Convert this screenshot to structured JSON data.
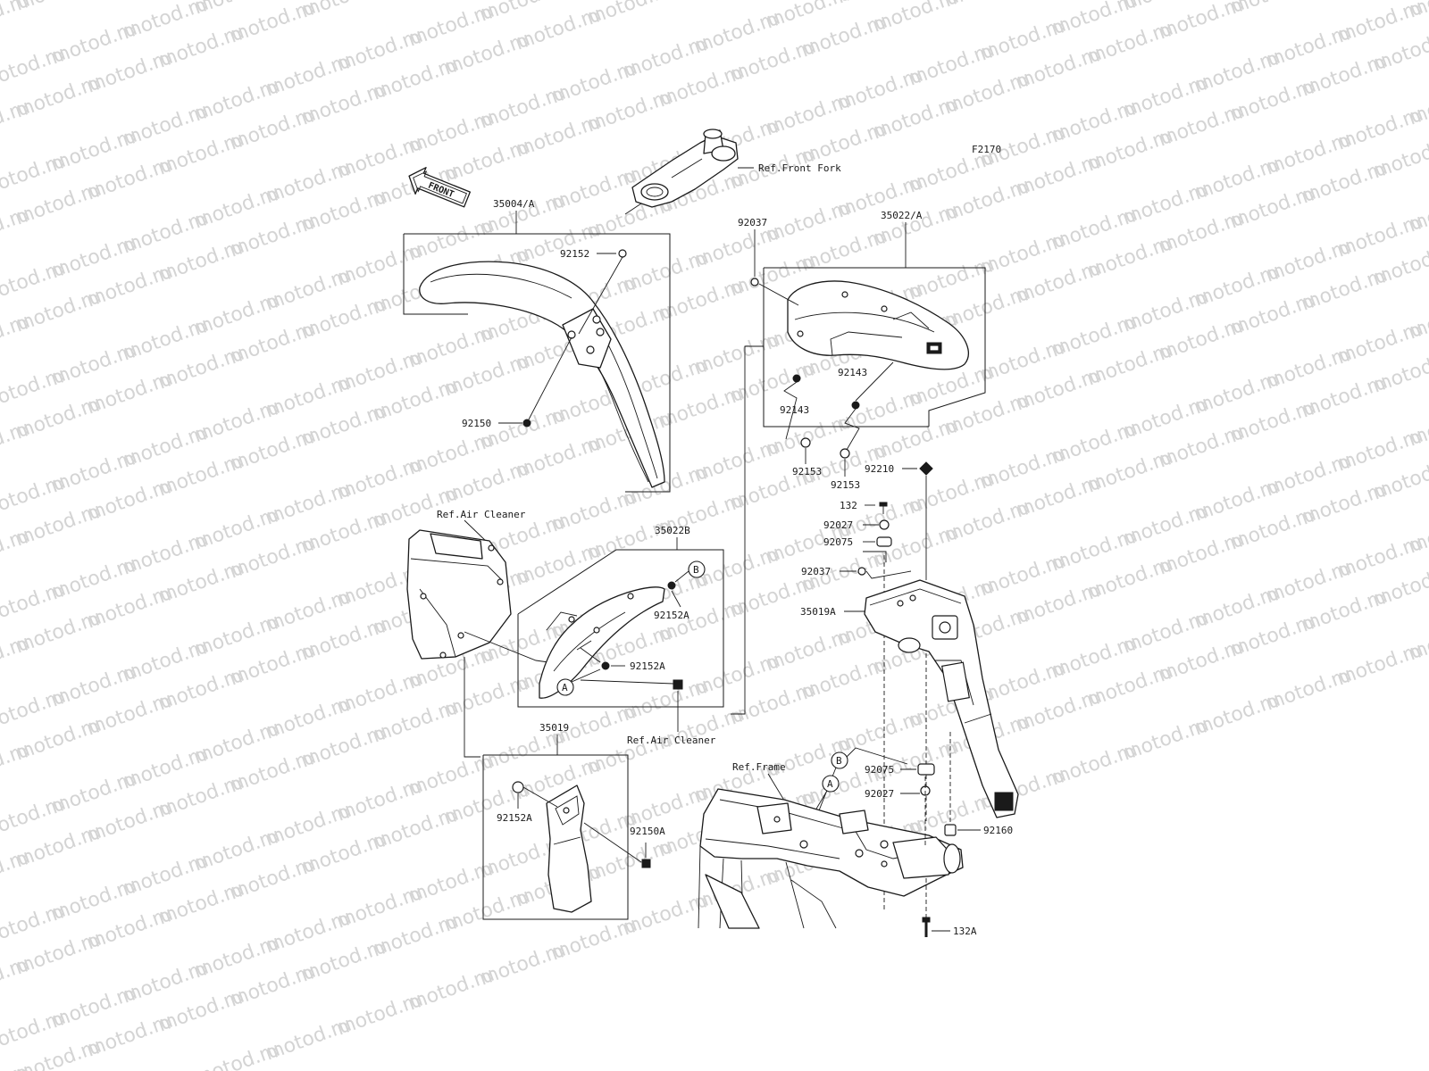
{
  "diagram": {
    "code": "F2170",
    "watermark_text": "motod.ru",
    "front_arrow_text": "FRONT",
    "labels": {
      "ref_front_fork": "Ref.Front Fork",
      "ref_air_cleaner_top": "Ref.Air Cleaner",
      "ref_air_cleaner_bottom": "Ref.Air Cleaner",
      "ref_frame": "Ref.Frame",
      "p35004A": "35004/A",
      "p92152": "92152",
      "p92150": "92150",
      "p35022A": "35022/A",
      "p92037_top": "92037",
      "p92143_a": "92143",
      "p92143_b": "92143",
      "p92153_a": "92153",
      "p92153_b": "92153",
      "p92210": "92210",
      "p132": "132",
      "p92027_top": "92027",
      "p92075_top": "92075",
      "p92037_mid": "92037",
      "p35019A": "35019A",
      "p35022B": "35022B",
      "p92152A_top": "92152A",
      "p92152A_mid": "92152A",
      "p35019": "35019",
      "p92152A_bot": "92152A",
      "p92150A": "92150A",
      "p92075_bot": "92075",
      "p92027_bot": "92027",
      "p92160": "92160",
      "p132A": "132A"
    },
    "callouts": {
      "A_1": "A",
      "B_1": "B",
      "A_2": "A",
      "B_2": "B"
    }
  }
}
